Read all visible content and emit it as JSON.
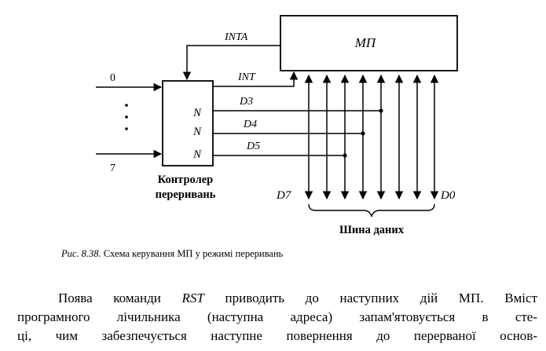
{
  "diagram": {
    "mp_label": "МП",
    "inta_label": "INTA",
    "int_label": "INT",
    "input_first": "0",
    "input_last": "7",
    "input_dots": "⋮",
    "n_labels": [
      "N",
      "N",
      "N"
    ],
    "data_lines": [
      "D3",
      "D4",
      "D5"
    ],
    "bus_left": "D7",
    "bus_right": "D0",
    "controller_line1": "Контролер",
    "controller_line2": "переривань",
    "bus_label": "Шина даних"
  },
  "caption": {
    "prefix": "Рис. 8.38.",
    "text": " Схема керування МП у режимі переривань"
  },
  "paragraph": {
    "part1": "Поява команди ",
    "rst": "RST",
    "part2": " приводить до наступних дій МП. Вміст",
    "line2": "програмного лічильника (наступна адреса) запам'ятовується в сте-",
    "line3": "ці, чим забезпечується наступне повернення до перерваної основ-"
  }
}
